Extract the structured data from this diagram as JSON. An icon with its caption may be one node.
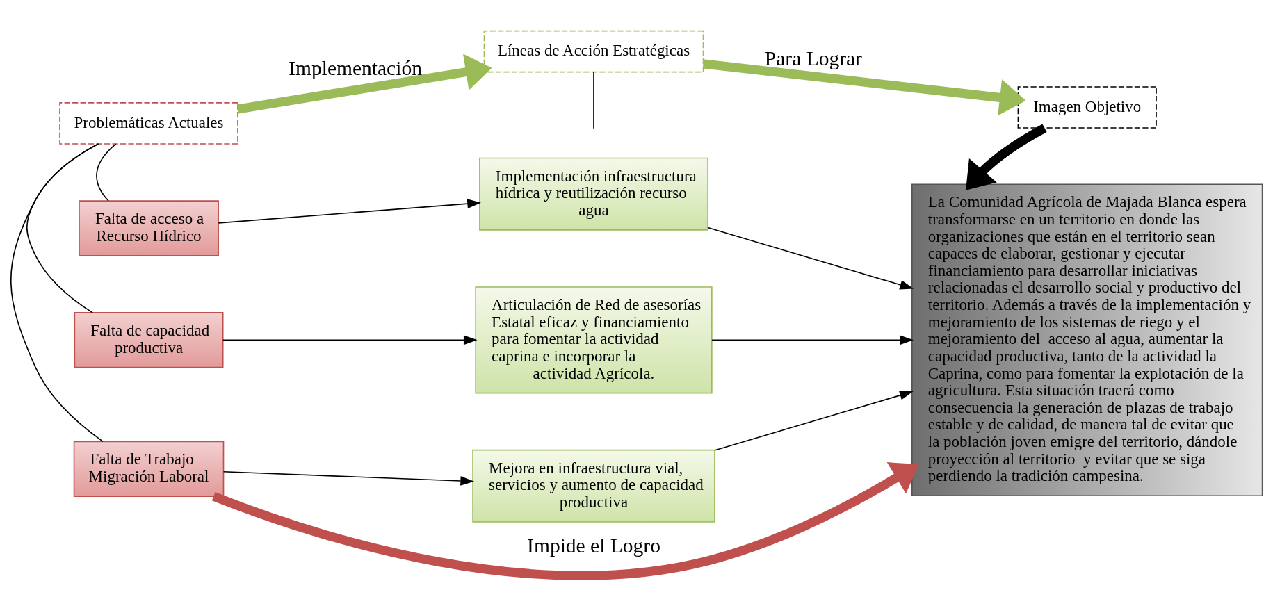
{
  "diagram": {
    "nodes": [
      {
        "text": [
          "Problemáticas Actuales"
        ]
      },
      {
        "text": [
          "Líneas de Acción Estratégicas"
        ]
      },
      {
        "text": [
          "Imagen Objetivo"
        ]
      },
      {
        "text": [
          "La Comunidad Agrícola de Majada Blanca espera transformarse en un territorio en donde las organizaciones que están en el territorio sean capaces de elaborar, gestionar y ejecutar financiamiento para desarrollar iniciativas relacionadas el desarrollo social y productivo del territorio. Además a través de la implementación y mejoramiento de los sistemas de riego y el mejoramiento del  acceso al agua, aumentar la capacidad productiva, tanto de la actividad la Caprina, como para fomentar la explotación de la agricultura. Esta situación traerá como consecuencia la generación de plazas de trabajo estable y de calidad, de manera tal de evitar que la población joven emigre del territorio, dándole proyección al territorio  y evitar que se siga perdiendo la tradición campesina."
        ]
      },
      {
        "text": [
          "Falta de acceso a Recurso Hídrico"
        ]
      },
      {
        "text": [
          "Implementación infraestructura hídrica y reutilización recurso agua"
        ]
      },
      {
        "text": [
          "Falta de capacidad productiva"
        ]
      },
      {
        "text": [
          "Articulación de Red de asesorías Estatal eficaz y financiamiento para fomentar la actividad caprina e incorporar la actividad Agrícola."
        ]
      },
      {
        "text": [
          "Falta de Trabajo Migración Laboral"
        ]
      },
      {
        "text": [
          "Mejora en infraestructura vial, servicios y aumento de capacidad productiva"
        ]
      }
    ],
    "edges": [
      {
        "from": 0,
        "to": 1,
        "arrow": "to",
        "label": "Implementación",
        "style": "thick",
        "color": "#9bbb59"
      },
      {
        "from": 1,
        "to": 2,
        "arrow": "to",
        "label": "Para Lograr",
        "style": "thick",
        "color": "#9bbb59"
      },
      {
        "from": 1,
        "to": null,
        "arrow": "none"
      },
      {
        "from": 2,
        "to": 3,
        "arrow": "to",
        "style": "thick"
      },
      {
        "from": 0,
        "to": 4,
        "arrow": "none"
      },
      {
        "from": 0,
        "to": 6,
        "arrow": "none"
      },
      {
        "from": 0,
        "to": 8,
        "arrow": "none"
      },
      {
        "from": 4,
        "to": 5,
        "arrow": "to"
      },
      {
        "from": 6,
        "to": 7,
        "arrow": "to"
      },
      {
        "from": 8,
        "to": 9,
        "arrow": "to"
      },
      {
        "from": 5,
        "to": 3,
        "arrow": "to"
      },
      {
        "from": 7,
        "to": 3,
        "arrow": "to"
      },
      {
        "from": 9,
        "to": 3,
        "arrow": "to"
      },
      {
        "from": 8,
        "to": 3,
        "arrow": "to",
        "label": "Impide el Logro",
        "style": "thick",
        "color": "#c0504d"
      }
    ]
  }
}
